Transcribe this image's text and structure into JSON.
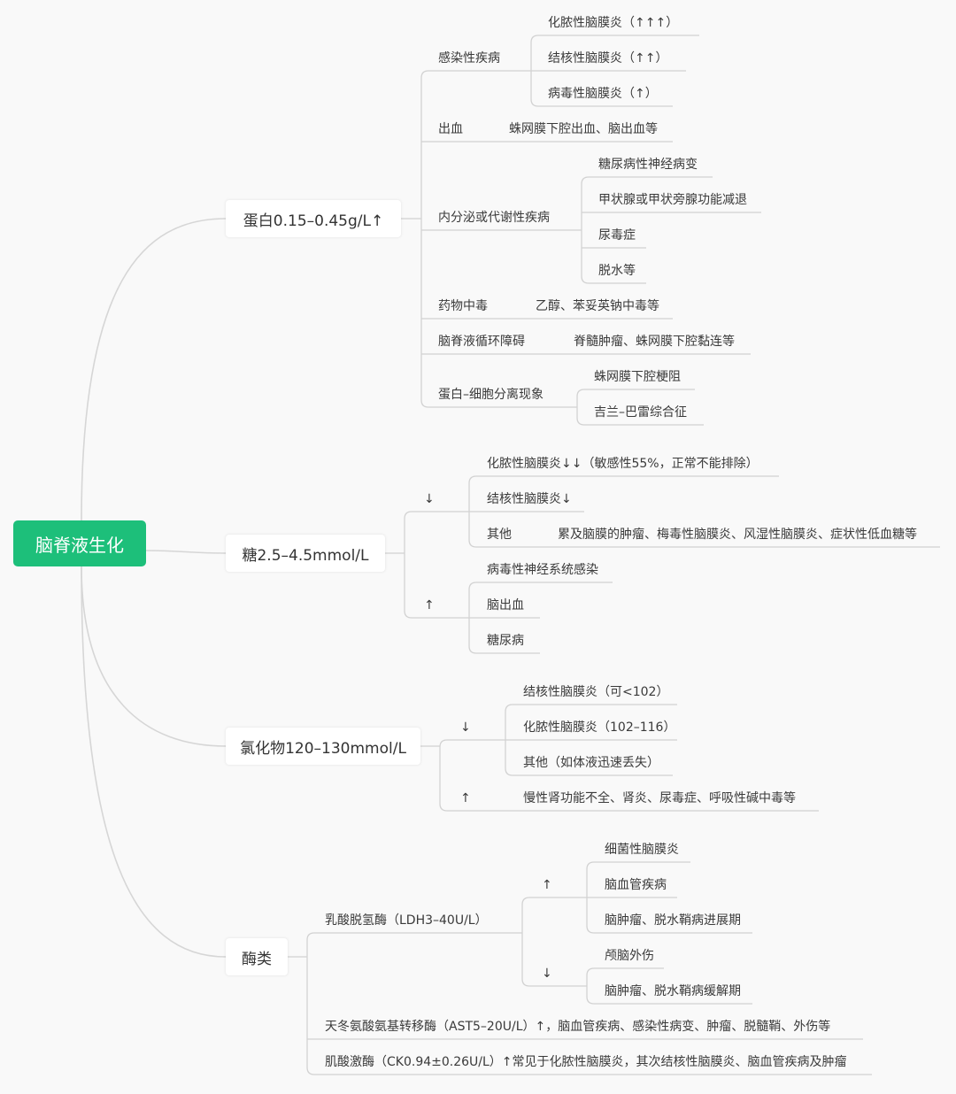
{
  "colors": {
    "root": "#1dbf7a",
    "line": "#d2d2d2",
    "text": "#3a3a3a"
  },
  "root": {
    "label": "脑脊液生化"
  },
  "branches": [
    {
      "label": "蛋白0.15–0.45g/L↑",
      "children": [
        {
          "label": "感染性疾病",
          "children": [
            {
              "label": "化脓性脑膜炎（↑↑↑）"
            },
            {
              "label": "结核性脑膜炎（↑↑）"
            },
            {
              "label": "病毒性脑膜炎（↑）"
            }
          ]
        },
        {
          "label": "出血",
          "children": [
            {
              "label": "蛛网膜下腔出血、脑出血等"
            }
          ]
        },
        {
          "label": "内分泌或代谢性疾病",
          "children": [
            {
              "label": "糖尿病性神经病变"
            },
            {
              "label": "甲状腺或甲状旁腺功能减退"
            },
            {
              "label": "尿毒症"
            },
            {
              "label": "脱水等"
            }
          ]
        },
        {
          "label": "药物中毒",
          "children": [
            {
              "label": "乙醇、苯妥英钠中毒等"
            }
          ]
        },
        {
          "label": "脑脊液循环障碍",
          "children": [
            {
              "label": "脊髓肿瘤、蛛网膜下腔黏连等"
            }
          ]
        },
        {
          "label": "蛋白–细胞分离现象",
          "children": [
            {
              "label": "蛛网膜下腔梗阻"
            },
            {
              "label": "吉兰–巴雷综合征"
            }
          ]
        }
      ]
    },
    {
      "label": "糖2.5–4.5mmol/L",
      "children": [
        {
          "label": "↓",
          "children": [
            {
              "label": "化脓性脑膜炎↓↓（敏感性55%，正常不能排除）"
            },
            {
              "label": "结核性脑膜炎↓"
            },
            {
              "label": "其他",
              "children": [
                {
                  "label": "累及脑膜的肿瘤、梅毒性脑膜炎、风湿性脑膜炎、症状性低血糖等"
                }
              ]
            }
          ]
        },
        {
          "label": "↑",
          "children": [
            {
              "label": "病毒性神经系统感染"
            },
            {
              "label": "脑出血"
            },
            {
              "label": "糖尿病"
            }
          ]
        }
      ]
    },
    {
      "label": "氯化物120–130mmol/L",
      "children": [
        {
          "label": "↓",
          "children": [
            {
              "label": "结核性脑膜炎（可<102）"
            },
            {
              "label": "化脓性脑膜炎（102–116）"
            },
            {
              "label": "其他（如体液迅速丢失）"
            }
          ]
        },
        {
          "label": "↑",
          "children": [
            {
              "label": "慢性肾功能不全、肾炎、尿毒症、呼吸性碱中毒等"
            }
          ]
        }
      ]
    },
    {
      "label": "酶类",
      "children": [
        {
          "label": "乳酸脱氢酶（LDH3–40U/L）",
          "children": [
            {
              "label": "↑",
              "children": [
                {
                  "label": "细菌性脑膜炎"
                },
                {
                  "label": "脑血管疾病"
                },
                {
                  "label": "脑肿瘤、脱水鞘病进展期"
                }
              ]
            },
            {
              "label": "↓",
              "children": [
                {
                  "label": "颅脑外伤"
                },
                {
                  "label": "脑肿瘤、脱水鞘病缓解期"
                }
              ]
            }
          ]
        },
        {
          "label": "天冬氨酸氨基转移酶（AST5–20U/L）↑，脑血管疾病、感染性病变、肿瘤、脱髓鞘、外伤等"
        },
        {
          "label": "肌酸激酶（CK0.94±0.26U/L）↑常见于化脓性脑膜炎，其次结核性脑膜炎、脑血管疾病及肿瘤"
        }
      ]
    }
  ]
}
